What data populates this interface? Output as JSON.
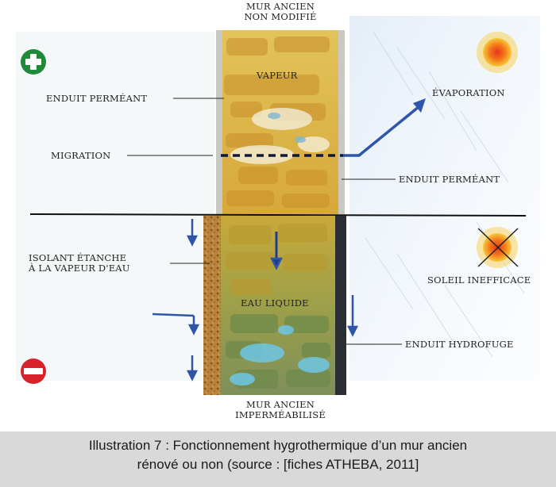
{
  "labels": {
    "top_wall": "MUR ANCIEN\nNON MODIFIÉ",
    "bottom_wall": "MUR ANCIEN\nIMPERMÉABILISÉ",
    "vapeur": "VAPEUR",
    "enduit_permeant_left": "ENDUIT PERMÉANT",
    "enduit_permeant_right": "ENDUIT PERMÉANT",
    "evaporation": "ÉVAPORATION",
    "migration": "MIGRATION",
    "isolant": "ISOLANT ÉTANCHE\nÀ LA VAPEUR D'EAU",
    "soleil": "SOLEIL INEFFICACE",
    "eau_liquide": "EAU LIQUIDE",
    "enduit_hydrofuge": "ENDUIT HYDROFUGE"
  },
  "caption": {
    "line1": "Illustration 7 : Fonctionnement hygrothermique d’un mur ancien",
    "line2": "rénové ou non (source : [fiches ATHEBA, 2011]"
  },
  "icons": {
    "plus": "plus-circle-icon",
    "minus": "minus-circle-icon",
    "sun": "sun-icon",
    "sun_crossed": "crossed-sun-icon"
  },
  "colors": {
    "plus_green": "#1f8a3a",
    "minus_red": "#d8232a",
    "arrow_blue": "#2f55a8",
    "sun_orange": "#f08a1a"
  }
}
